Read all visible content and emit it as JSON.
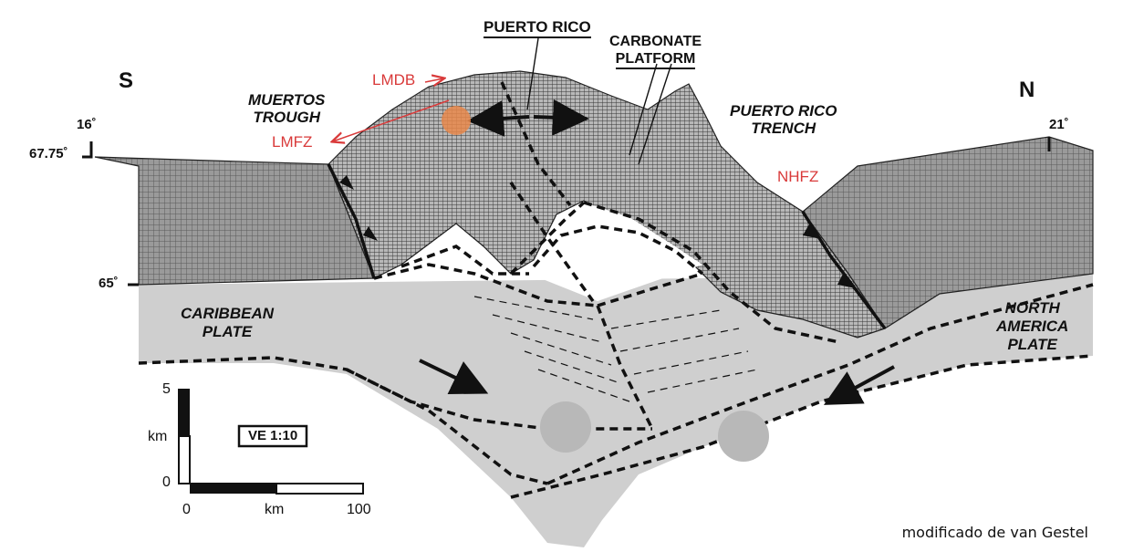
{
  "figure": {
    "labels": {
      "south": "S",
      "north": "N",
      "muertos_trough": [
        "MUERTOS",
        "TROUGH"
      ],
      "puerto_rico": "PUERTO RICO",
      "carbonate_platform": [
        "CARBONATE",
        "PLATFORM"
      ],
      "puerto_rico_trench": [
        "PUERTO RICO",
        "TRENCH"
      ],
      "caribbean_plate": [
        "CARIBBEAN",
        "PLATE"
      ],
      "north_america_plate": [
        "NORTH",
        "AMERICA",
        "PLATE"
      ],
      "lat_16": "16˚",
      "lat_21": "21˚",
      "lon": "67.75˚",
      "lon_65": "65˚",
      "lmdb": "LMDB",
      "lmfz": "LMFZ",
      "nhfz": "NHFZ",
      "ve": "VE 1:10"
    },
    "scale": {
      "v_top": "5",
      "v_bottom": "0",
      "v_unit": "km",
      "h_left": "0",
      "h_unit": "km",
      "h_right": "100"
    },
    "credit": "modificado de van Gestel",
    "colors": {
      "plate_fill": "#cfcfcf",
      "topo_dark": "#8a8a8a",
      "annotation_red": "#d93a3a",
      "marker_orange": "#e8874a"
    }
  }
}
